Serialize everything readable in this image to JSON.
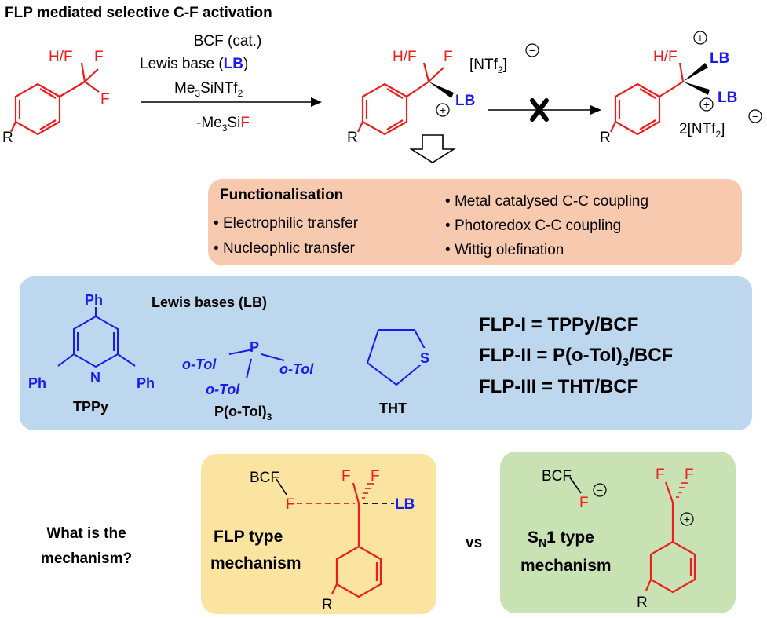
{
  "title": "FLP mediated selective C-F activation",
  "colors": {
    "red": "#ee1c1c",
    "blue": "#1a1aee",
    "black": "#000000",
    "func_box": "#f7c9ae",
    "lb_box": "#bdd7ee",
    "flp_box": "#fbe3a0",
    "sn1_box": "#c9e2b3"
  },
  "reaction": {
    "reagent_line1": "BCF (cat.)",
    "reagent_line2_a": "Lewis base (",
    "reagent_line2_lb": "LB",
    "reagent_line2_b": ")",
    "reagent_line3_a": "Me",
    "reagent_line3_sub": "3",
    "reagent_line3_b": "SiNTf",
    "reagent_line3_sub2": "2",
    "reagent_line4_a": "-Me",
    "reagent_line4_sub": "3",
    "reagent_line4_b": "Si",
    "reagent_line4_f": "F",
    "sm_hf": "H/F",
    "sm_f": "F",
    "sm_f2": "F",
    "sm_r": "R",
    "int_hf": "H/F",
    "int_f": "F",
    "int_lb": "LB",
    "int_r": "R",
    "int_anion_a": "[NTf",
    "int_anion_sub": "2",
    "int_anion_b": "]",
    "plus": "+",
    "minus": "−",
    "prod_hf": "H/F",
    "prod_lb1": "LB",
    "prod_lb2": "LB",
    "prod_r": "R",
    "prod_anion_a": "2[NTf",
    "prod_anion_sub": "2",
    "prod_anion_b": "]"
  },
  "functionalisation": {
    "heading": "Functionalisation",
    "left_items": [
      "Electrophilic transfer",
      "Nucleophlic transfer"
    ],
    "right_items": [
      "Metal catalysed C-C coupling",
      "Photoredox C-C coupling",
      "Wittig olefination"
    ]
  },
  "lewis_bases": {
    "heading": "Lewis bases (LB)",
    "tppy_ph_top": "Ph",
    "tppy_ph_left": "Ph",
    "tppy_ph_right": "Ph",
    "tppy_n": "N",
    "tppy_name": "TPPy",
    "phos_p": "P",
    "phos_tol1": "o-Tol",
    "phos_tol2": "o-Tol",
    "phos_tol3": "o-Tol",
    "phos_name_a": "P(o-Tol)",
    "phos_name_sub": "3",
    "tht_s": "S",
    "tht_name": "THT",
    "flp1": "FLP-I = TPPy/BCF",
    "flp2_a": "FLP-II = P(o-Tol)",
    "flp2_sub": "3",
    "flp2_b": "/BCF",
    "flp3": "FLP-III = THT/BCF"
  },
  "mechanism": {
    "question_line1": "What is the",
    "question_line2": "mechanism?",
    "vs": "vs",
    "flp_bcf": "BCF",
    "flp_f1": "F",
    "flp_f2": "F",
    "flp_f3": "F",
    "flp_lb": "LB",
    "flp_r": "R",
    "flp_label1": "FLP type",
    "flp_label2": "mechanism",
    "sn1_bcf": "BCF",
    "sn1_f1": "F",
    "sn1_f2": "F",
    "sn1_f3": "F",
    "sn1_r": "R",
    "sn1_label1_s": "S",
    "sn1_label1_sub": "N",
    "sn1_label1_b": "1 type",
    "sn1_label2": "mechanism"
  }
}
